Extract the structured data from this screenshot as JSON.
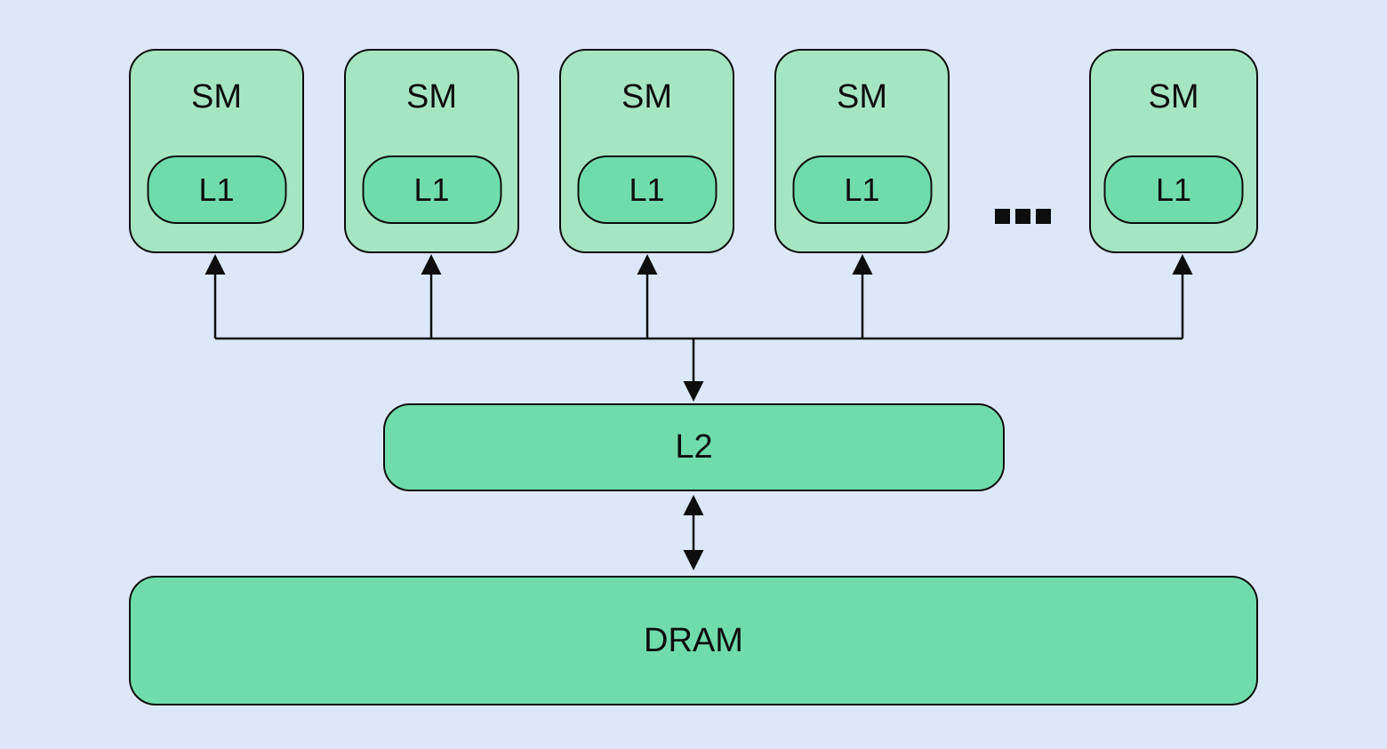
{
  "colors": {
    "background": "#dce8fa",
    "sm_fill": "#a6e5c2",
    "cache_fill": "#70dcab",
    "stroke": "#0d0d0d"
  },
  "sm_units": [
    {
      "label": "SM",
      "cache_label": "L1"
    },
    {
      "label": "SM",
      "cache_label": "L1"
    },
    {
      "label": "SM",
      "cache_label": "L1"
    },
    {
      "label": "SM",
      "cache_label": "L1"
    },
    {
      "label": "SM",
      "cache_label": "L1"
    }
  ],
  "ellipsis": "...",
  "l2": {
    "label": "L2"
  },
  "dram": {
    "label": "DRAM"
  }
}
